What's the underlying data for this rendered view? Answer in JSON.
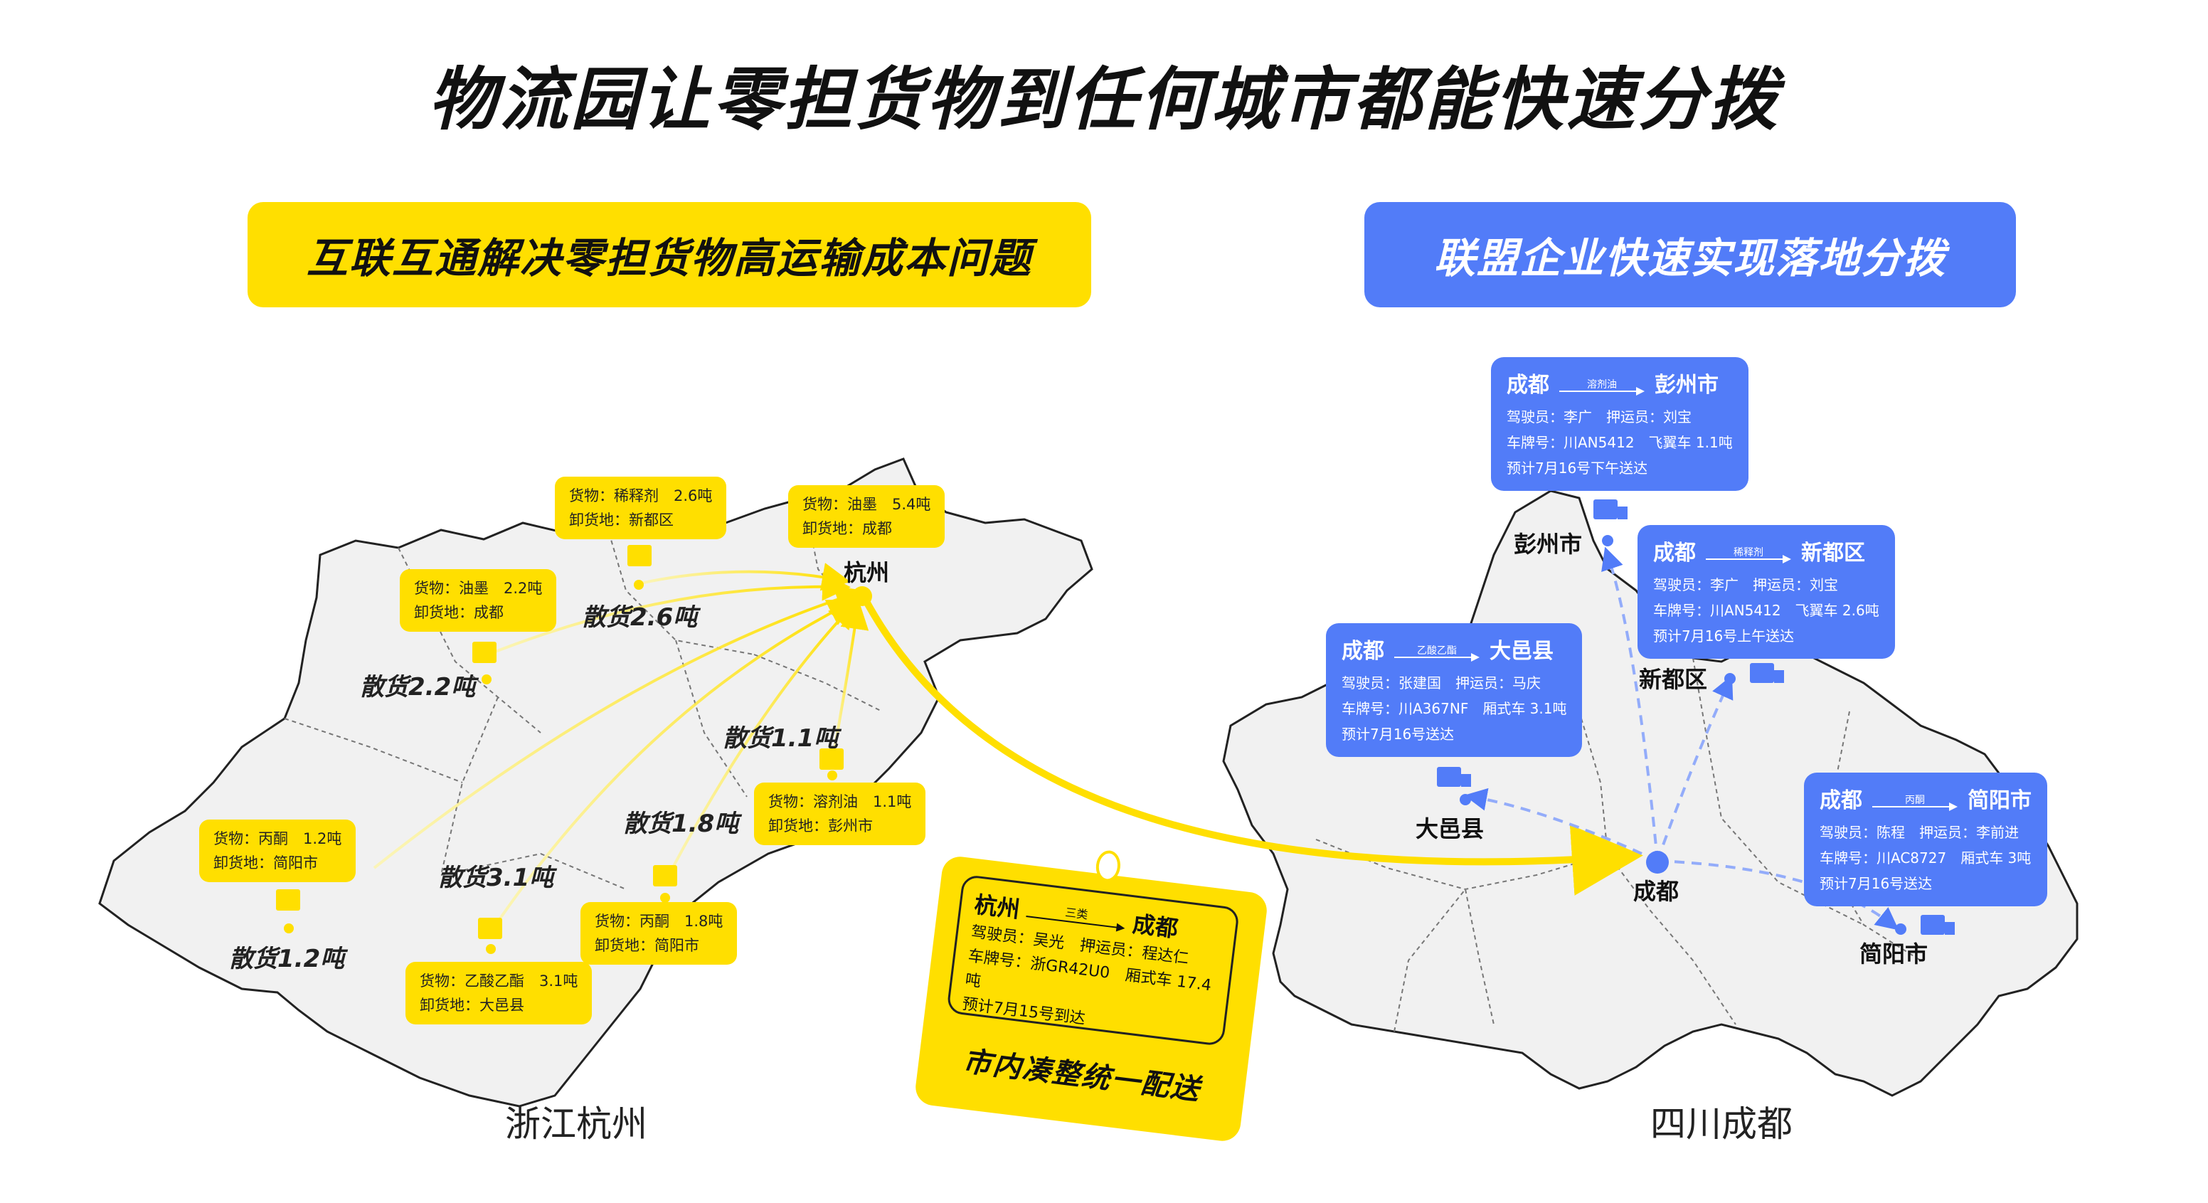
{
  "title": "物流园让零担货物到任何城市都能快速分拨",
  "banner_left": "互联互通解决零担货物高运输成本问题",
  "banner_right": "联盟企业快速实现落地分拨",
  "colors": {
    "yellow": "#ffdf00",
    "blue": "#527cf8",
    "map_fill": "#f1f1f1"
  },
  "left_map": {
    "caption": "浙江杭州",
    "hub_label": "杭州",
    "cargo": [
      {
        "label": "散货2.6吨",
        "goods": "货物：稀释剂　2.6吨",
        "dest": "卸货地：新都区"
      },
      {
        "label": "",
        "goods": "货物：油墨　5.4吨",
        "dest": "卸货地：成都"
      },
      {
        "label": "散货2.2吨",
        "goods": "货物：油墨　2.2吨",
        "dest": "卸货地：成都"
      },
      {
        "label": "散货1.1吨",
        "goods": "货物：溶剂油　1.1吨",
        "dest": "卸货地：彭州市"
      },
      {
        "label": "散货1.8吨",
        "goods": "货物：丙酮　1.8吨",
        "dest": "卸货地：简阳市"
      },
      {
        "label": "散货3.1吨",
        "goods": "货物：乙酸乙酯　3.1吨",
        "dest": "卸货地：大邑县"
      },
      {
        "label": "散货1.2吨",
        "goods": "货物：丙酮　1.2吨",
        "dest": "卸货地：简阳市"
      }
    ]
  },
  "transit": {
    "from": "杭州",
    "to": "成都",
    "cargo": "三类",
    "line1": "驾驶员：吴光　押运员：程达仁",
    "line2": "车牌号：浙GR42U0　厢式车 17.4吨",
    "line3": "预计7月15号到达",
    "footer": "市内凑整统一配送"
  },
  "right_map": {
    "caption": "四川成都",
    "hub_label": "成都",
    "routes": [
      {
        "from": "成都",
        "to": "彭州市",
        "cargo": "溶剂油",
        "driver": "驾驶员：李广　押运员：刘宝",
        "plate": "车牌号：川AN5412　飞翼车 1.1吨",
        "eta": "预计7月16号下午送达",
        "district": "彭州市"
      },
      {
        "from": "成都",
        "to": "新都区",
        "cargo": "稀释剂",
        "driver": "驾驶员：李广　押运员：刘宝",
        "plate": "车牌号：川AN5412　飞翼车 2.6吨",
        "eta": "预计7月16号上午送达",
        "district": "新都区"
      },
      {
        "from": "成都",
        "to": "大邑县",
        "cargo": "乙酸乙酯",
        "driver": "驾驶员：张建国　押运员：马庆",
        "plate": "车牌号：川A367NF　厢式车 3.1吨",
        "eta": "预计7月16号送达",
        "district": "大邑县"
      },
      {
        "from": "成都",
        "to": "简阳市",
        "cargo": "丙酮",
        "driver": "驾驶员：陈程　押运员：李前进",
        "plate": "车牌号：川AC8727　厢式车 3吨",
        "eta": "预计7月16号送达",
        "district": "简阳市"
      }
    ]
  }
}
